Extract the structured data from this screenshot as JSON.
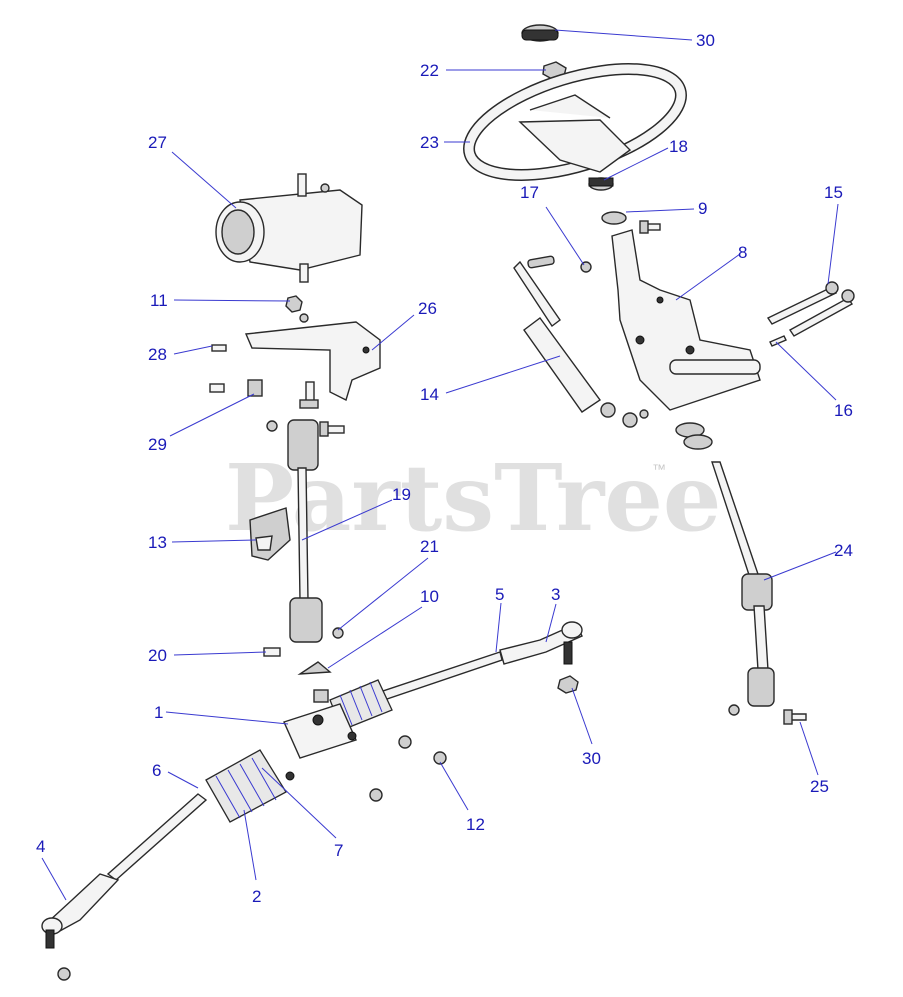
{
  "diagram": {
    "watermark": "PartsTree",
    "watermark_tm": "™",
    "callouts": [
      {
        "id": "c30a",
        "label": "30"
      },
      {
        "id": "c22",
        "label": "22"
      },
      {
        "id": "c23",
        "label": "23"
      },
      {
        "id": "c18",
        "label": "18"
      },
      {
        "id": "c17",
        "label": "17"
      },
      {
        "id": "c9",
        "label": "9"
      },
      {
        "id": "c15",
        "label": "15"
      },
      {
        "id": "c8",
        "label": "8"
      },
      {
        "id": "c27",
        "label": "27"
      },
      {
        "id": "c11",
        "label": "11"
      },
      {
        "id": "c26",
        "label": "26"
      },
      {
        "id": "c28",
        "label": "28"
      },
      {
        "id": "c14",
        "label": "14"
      },
      {
        "id": "c16",
        "label": "16"
      },
      {
        "id": "c29",
        "label": "29"
      },
      {
        "id": "c19",
        "label": "19"
      },
      {
        "id": "c13",
        "label": "13"
      },
      {
        "id": "c24",
        "label": "24"
      },
      {
        "id": "c21",
        "label": "21"
      },
      {
        "id": "c10",
        "label": "10"
      },
      {
        "id": "c5",
        "label": "5"
      },
      {
        "id": "c3",
        "label": "3"
      },
      {
        "id": "c20",
        "label": "20"
      },
      {
        "id": "c1",
        "label": "1"
      },
      {
        "id": "c30b",
        "label": "30"
      },
      {
        "id": "c6",
        "label": "6"
      },
      {
        "id": "c25",
        "label": "25"
      },
      {
        "id": "c12",
        "label": "12"
      },
      {
        "id": "c7",
        "label": "7"
      },
      {
        "id": "c4",
        "label": "4"
      },
      {
        "id": "c2",
        "label": "2"
      }
    ]
  }
}
